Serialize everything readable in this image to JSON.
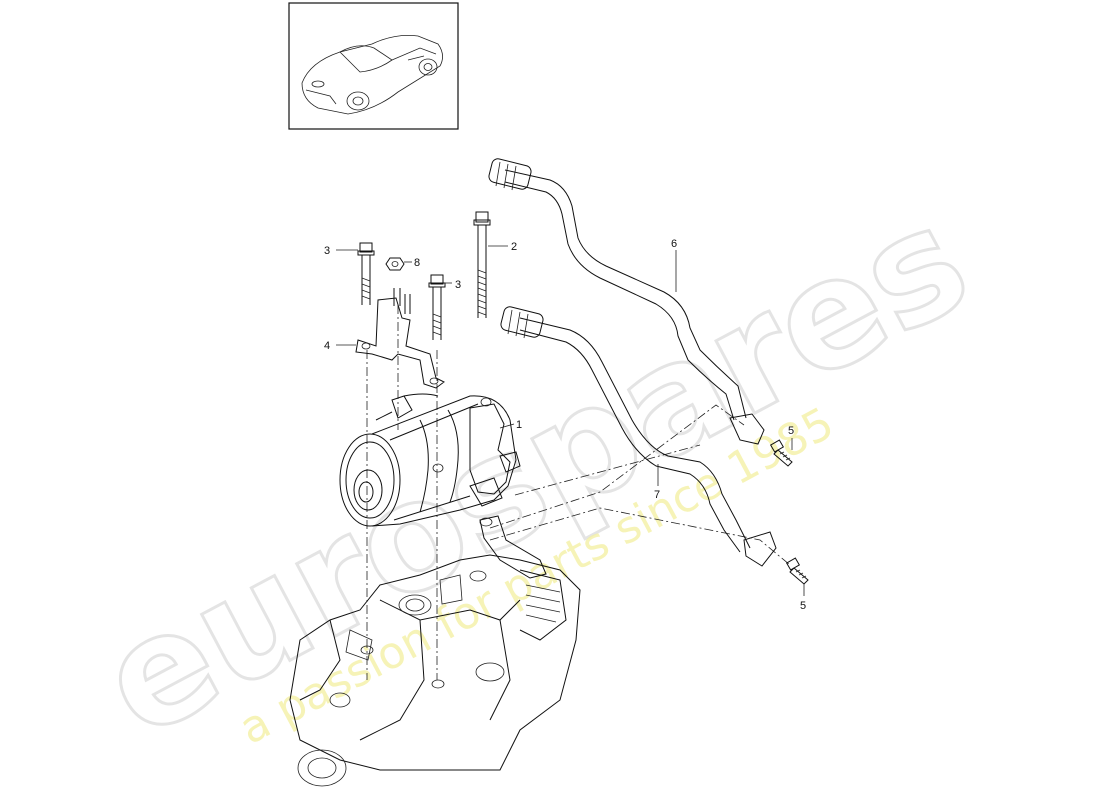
{
  "diagram": {
    "thumbnail": {
      "icon": "roadster-car-icon"
    },
    "callouts": [
      {
        "id": "c1",
        "text": "1"
      },
      {
        "id": "c2",
        "text": "2"
      },
      {
        "id": "c3a",
        "text": "3"
      },
      {
        "id": "c3b",
        "text": "3"
      },
      {
        "id": "c4",
        "text": "4"
      },
      {
        "id": "c5a",
        "text": "5"
      },
      {
        "id": "c5b",
        "text": "5"
      },
      {
        "id": "c6",
        "text": "6"
      },
      {
        "id": "c7",
        "text": "7"
      },
      {
        "id": "c8",
        "text": "8"
      }
    ],
    "parts_icons": [
      "ac-compressor-icon",
      "bolt-icon",
      "nut-icon",
      "bracket-icon",
      "refrigerant-hose-icon",
      "engine-block-icon"
    ]
  },
  "watermark": {
    "brand": "eurospares",
    "tagline": "a passion for parts since 1985",
    "colors": {
      "brand": "#e4e4e4",
      "tagline": "#f3f0a0"
    }
  }
}
